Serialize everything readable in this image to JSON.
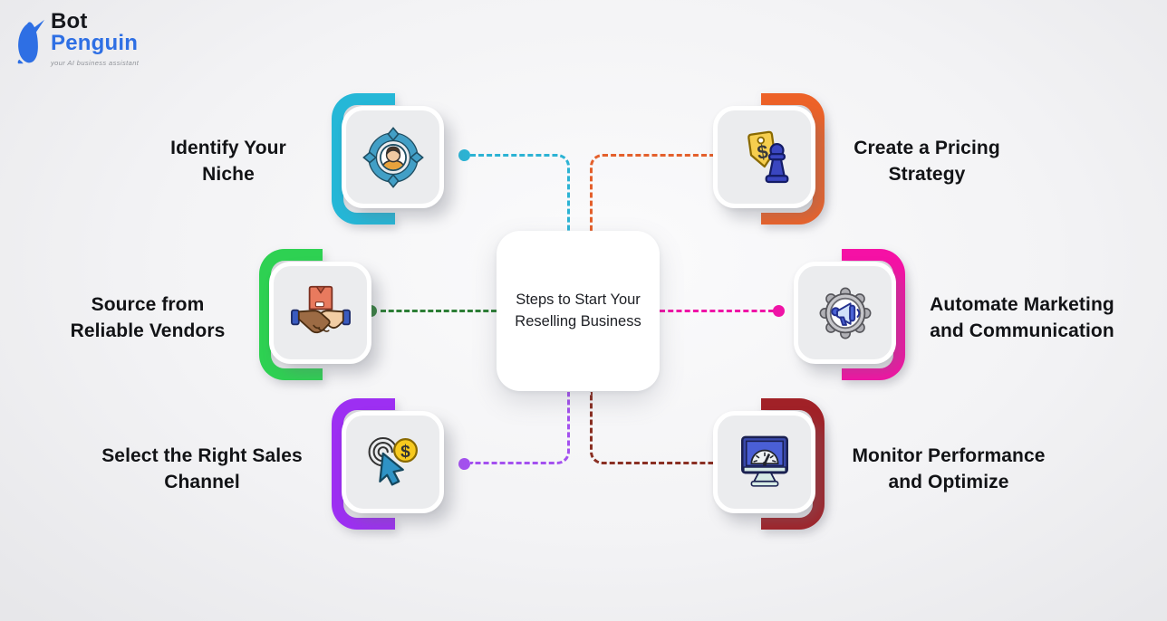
{
  "logo": {
    "line1": "Bot",
    "line2": "Penguin",
    "tagline": "your AI business assistant",
    "brand_blue": "#2e6fe4"
  },
  "center_card": {
    "title_line1": "Steps to Start Your",
    "title_line2": "Reselling Business"
  },
  "steps": [
    {
      "position": "top-left",
      "label_line1": "Identify Your",
      "label_line2": "Niche",
      "accent": "#25b7d7",
      "line_color": "#2cb3d4",
      "icon": "target-audience-icon"
    },
    {
      "position": "middle-left",
      "label_line1": "Source from",
      "label_line2": "Reliable Vendors",
      "accent": "#2ed152",
      "line_color": "#2c7e35",
      "icon": "handshake-package-icon"
    },
    {
      "position": "bottom-left",
      "label_line1": "Select the Right Sales",
      "label_line2": "Channel",
      "accent": "#9d2ff2",
      "line_color": "#a451ef",
      "icon": "cursor-dollar-icon"
    },
    {
      "position": "top-right",
      "label_line1": "Create a Pricing",
      "label_line2": "Strategy",
      "accent": "#ed6228",
      "line_color": "#e4602c",
      "icon": "price-tag-pawn-icon"
    },
    {
      "position": "middle-right",
      "label_line1": "Automate Marketing",
      "label_line2": "and Communication",
      "accent": "#f511a5",
      "line_color": "#ef14a6",
      "icon": "gear-megaphone-icon"
    },
    {
      "position": "bottom-right",
      "label_line1": "Monitor Performance",
      "label_line2": "and Optimize",
      "accent": "#a12127",
      "line_color": "#8a2f23",
      "icon": "monitor-gauge-icon"
    }
  ]
}
